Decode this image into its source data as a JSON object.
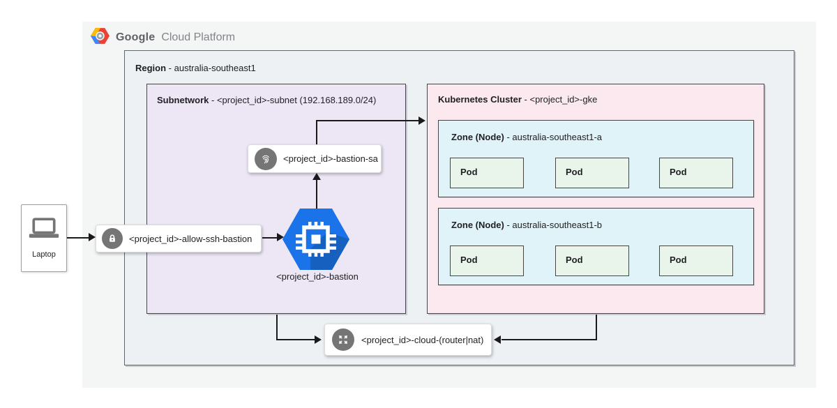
{
  "logo": {
    "brand": "Google",
    "product": "Cloud Platform",
    "icon": "gcp-hexagon-logo"
  },
  "region": {
    "title": "Region",
    "name": " - australia-southeast1"
  },
  "subnetwork": {
    "title": "Subnetwork",
    "name": " - <project_id>-subnet (192.168.189.0/24)"
  },
  "cluster": {
    "title": "Kubernetes Cluster",
    "name": " - <project_id>-gke",
    "zones": [
      {
        "title": "Zone (Node)",
        "name": " - australia-southeast1-a",
        "pods": [
          {
            "label": "Pod"
          },
          {
            "label": "Pod"
          },
          {
            "label": "Pod"
          }
        ]
      },
      {
        "title": "Zone (Node)",
        "name": " - australia-southeast1-b",
        "pods": [
          {
            "label": "Pod"
          },
          {
            "label": "Pod"
          },
          {
            "label": "Pod"
          }
        ]
      }
    ]
  },
  "nodes": {
    "laptop": {
      "label": "Laptop",
      "icon": "laptop-icon"
    },
    "firewall": {
      "label": "<project_id>-allow-ssh-bastion",
      "icon": "lock-icon"
    },
    "service_account": {
      "label": "<project_id>-bastion-sa",
      "icon": "fingerprint-icon"
    },
    "bastion": {
      "label": "<project_id>-bastion",
      "icon": "compute-engine-icon"
    },
    "cloud_router_nat": {
      "label": "<project_id>-cloud-(router|nat)",
      "icon": "arrows-out-icon"
    }
  },
  "colors": {
    "panel_bg": "#f4f5f5",
    "region_bg": "#edf1f4",
    "subnetwork_bg": "#ece6f5",
    "cluster_bg": "#fce9f0",
    "zone_bg": "#e0f3f9",
    "pod_bg": "#e9f5ea",
    "icon_gray": "#757575",
    "bastion_blue": "#1a73e8",
    "bastion_blue_dark": "#1660c0",
    "connector": "#1a1a1a"
  }
}
